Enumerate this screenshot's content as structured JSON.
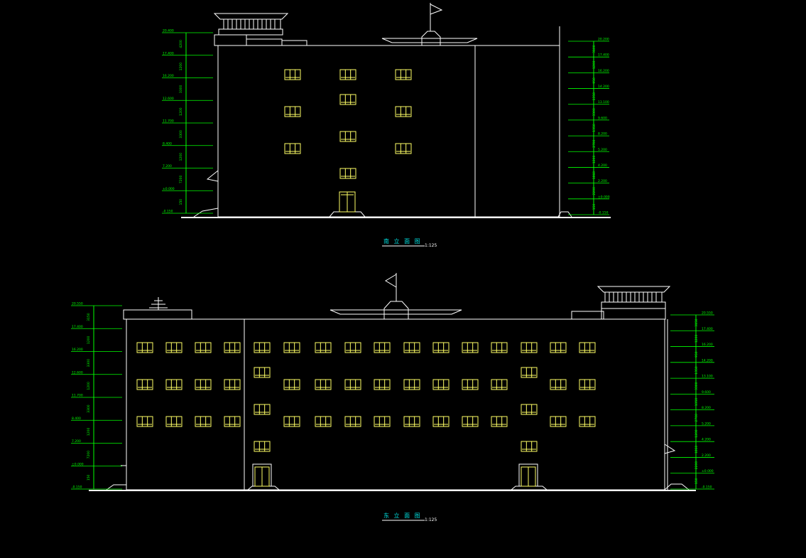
{
  "drawing": {
    "colors": {
      "background": "#000000",
      "line": "#ffffff",
      "window": "#ffff66",
      "dimension": "#00ff00",
      "caption": "#00e0e0"
    },
    "south_elevation": {
      "title": "南 立 面 图",
      "scale": "1:125",
      "left_elevations": [
        "20.400",
        "17.400",
        "16.200",
        "12.600",
        "11.700",
        "8.400",
        "7.200",
        "±0.000",
        "-0.150"
      ],
      "left_dims": [
        "4200",
        "1200",
        "3300",
        "1200",
        "3300",
        "1200",
        "7200",
        "150"
      ],
      "right_elevations": [
        "20.200",
        "17.400",
        "16.200",
        "14.200",
        "13.100",
        "9.600",
        "8.200",
        "5.200",
        "4.200",
        "2.200",
        "±0.000",
        "-0.150"
      ],
      "right_dims": [
        "3100",
        "1200",
        "950",
        "1350",
        "3300",
        "1350",
        "2700",
        "1200",
        "1860",
        "2200",
        "150"
      ]
    },
    "east_elevation": {
      "title": "东 立 面 图",
      "scale": "1:125",
      "left_elevations": [
        "20.550",
        "17.400",
        "16.200",
        "12.600",
        "11.700",
        "8.400",
        "7.200",
        "±0.000",
        "-0.150"
      ],
      "left_dims": [
        "3150",
        "1200",
        "3300",
        "1200",
        "3300",
        "1200",
        "7200",
        "150"
      ],
      "right_elevations": [
        "20.550",
        "17.400",
        "16.200",
        "14.200",
        "13.100",
        "9.600",
        "8.200",
        "5.200",
        "4.200",
        "2.200",
        "±0.000",
        "-0.150"
      ],
      "right_dims": [
        "3150",
        "1200",
        "950",
        "1350",
        "3300",
        "1350",
        "2700",
        "1200",
        "1860",
        "2200",
        "150"
      ]
    }
  }
}
